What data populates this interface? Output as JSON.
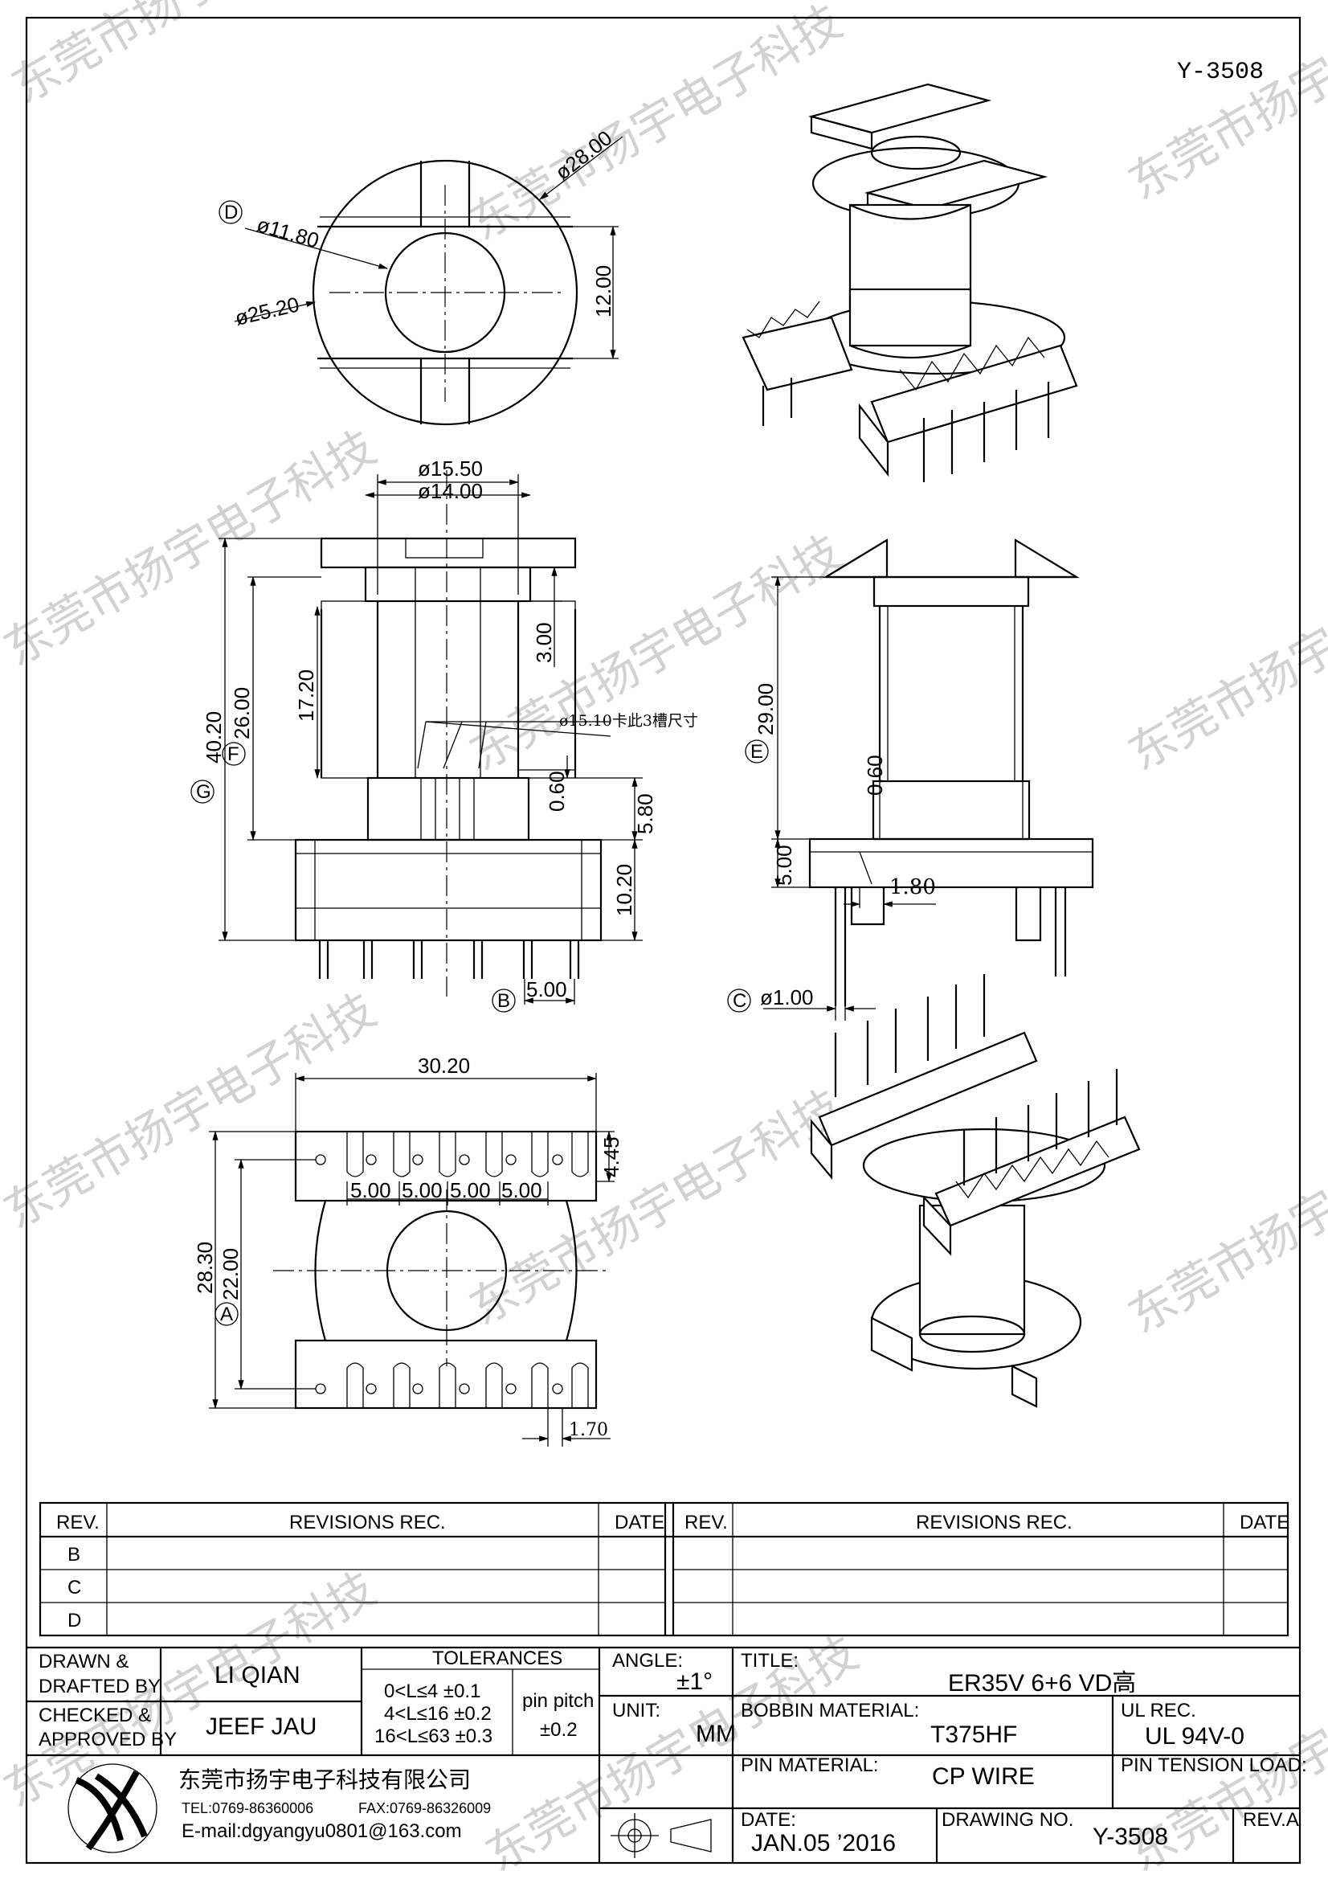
{
  "drawing_no_header": "Y-3508",
  "watermark": "东莞市扬宇电子科技",
  "views": {
    "top": {
      "dia_outer": "ø28.00",
      "dia_flange": "ø25.20",
      "dia_center": "ø11.80",
      "width_slot": "12.00",
      "label_d": "D"
    },
    "front": {
      "dia_a": "ø15.50",
      "dia_b": "ø14.00",
      "h_total": "40.20",
      "h_f": "26.00",
      "h_inner": "17.20",
      "h_top": "3.00",
      "note": "ø15.10卡此3槽尺寸",
      "d_060": "0.60",
      "d_580": "5.80",
      "d_1020": "10.20",
      "pitch": "5.00",
      "label_g": "G",
      "label_f": "F",
      "label_b": "B"
    },
    "side": {
      "h_2900": "29.00",
      "d_060": "0.60",
      "d_500": "5.00",
      "d_180": "1.80",
      "pin_dia": "ø1.00",
      "label_e": "E",
      "label_c": "C"
    },
    "bottom": {
      "width": "30.20",
      "h_445": "4.45",
      "pitch_1": "5.00",
      "pitch_2": "5.00",
      "pitch_3": "5.00",
      "pitch_4": "5.00",
      "h_2830": "28.30",
      "h_2200": "22.00",
      "d_170": "1.70",
      "label_a": "A"
    }
  },
  "revisions": {
    "left_header": {
      "rev": "REV.",
      "rec": "REVISIONS    REC.",
      "date": "DATE"
    },
    "right_header": {
      "rev": "REV.",
      "rec": "REVISIONS    REC.",
      "date": "DATE"
    },
    "rows": [
      "B",
      "C",
      "D"
    ]
  },
  "title_block": {
    "drawn_label_1": "DRAWN  &",
    "drawn_label_2": "DRAFTED  BY",
    "drawn_by": "LI QIAN",
    "checked_label_1": "CHECKED  &",
    "checked_label_2": "APPROVED  BY",
    "checked_by": "JEEF JAU",
    "tolerances_label": "TOLERANCES",
    "tol_1": "0<L≤4    ±0.1",
    "tol_2": "4<L≤16  ±0.2",
    "tol_3": "16<L≤63  ±0.3",
    "pin_pitch_label": "pin  pitch",
    "pin_pitch_value": "±0.2",
    "angle_label": "ANGLE:",
    "angle_value": "±1°",
    "unit_label": "UNIT:",
    "unit_value": "MM",
    "title_label": "TITLE:",
    "title_value": "ER35V  6+6 VD高",
    "bobbin_material_label": "BOBBIN  MATERIAL:",
    "bobbin_material_value": "T375HF",
    "ul_rec_label": "UL  REC.",
    "ul_rec_value": "UL  94V-0",
    "pin_material_label": "PIN  MATERIAL:",
    "pin_material_value": "CP  WIRE",
    "pin_tension_label": "PIN  TENSION  LOAD:",
    "date_label": "DATE:",
    "date_value": "JAN.05  ’2016",
    "drawing_no_label": "DRAWING  NO.",
    "drawing_no_value": "Y-3508",
    "rev_label": "REV.A",
    "company_name": "东莞市扬宇电子科技有限公司",
    "tel": "TEL:0769-86360006",
    "fax": "FAX:0769-86326009",
    "email": "E-mail:dgyangyu0801@163.com"
  }
}
